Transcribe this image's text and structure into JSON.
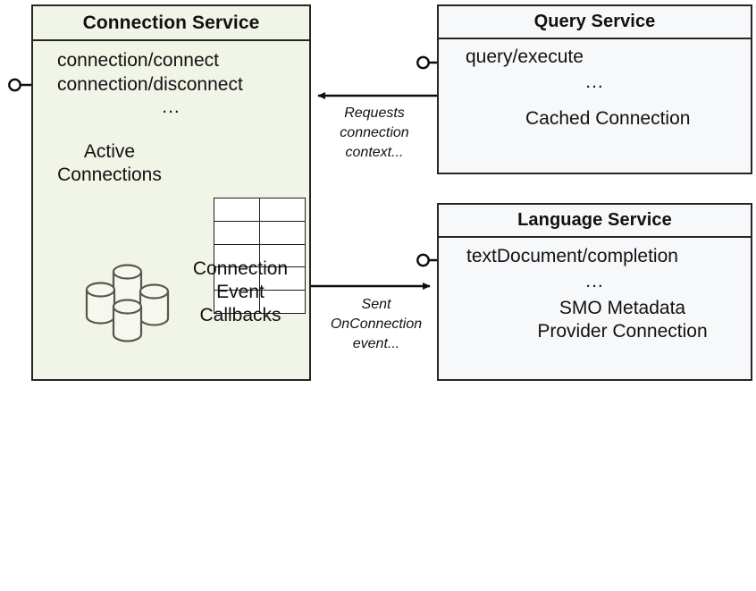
{
  "diagram": {
    "title": "Connection Service component interaction diagram",
    "colors": {
      "connection_service_fill": "#f1f5e8",
      "service_fill": "#f7f8fa",
      "border": "#262626",
      "cylinder_stroke": "#57574f",
      "text": "#111111"
    }
  },
  "components": {
    "connection_service": {
      "title": "Connection Service",
      "operations": "connection/connect\nconnection/disconnect",
      "operation_lines": [
        "connection/connect",
        "connection/disconnect"
      ],
      "ellipsis": "...",
      "active_connections_caption": "Active\nConnections",
      "callbacks_caption": "Connection\nEvent\nCallbacks",
      "table": {
        "columns": 2,
        "rows": 5
      },
      "icons": {
        "database_stack": "database-stack-icon",
        "table_grid": "table-grid-icon",
        "provided_interface": "lollipop-interface-icon"
      }
    },
    "query_service": {
      "title": "Query Service",
      "operations": "query/execute",
      "operation_lines": [
        "query/execute"
      ],
      "ellipsis": "...",
      "cached_connection_caption": "Cached Connection",
      "icons": {
        "database": "database-cylinder-icon",
        "provided_interface": "lollipop-interface-icon"
      }
    },
    "language_service": {
      "title": "Language Service",
      "operations": "textDocument/completion",
      "operation_lines": [
        "textDocument/completion"
      ],
      "ellipsis": "...",
      "smo_caption": "SMO Metadata\nProvider Connection",
      "smo_caption_lines": [
        "SMO Metadata",
        "Provider Connection"
      ],
      "icons": {
        "database": "database-cylinder-icon",
        "provided_interface": "lollipop-interface-icon"
      }
    }
  },
  "edges": [
    {
      "id": "requests-connection-context",
      "label": "Requests\nconnection\ncontext...",
      "label_lines": [
        "Requests",
        "connection",
        "context..."
      ],
      "from": "query_service",
      "to": "connection_service",
      "direction": "right-to-left"
    },
    {
      "id": "sent-onconnection-event",
      "label": "Sent\nOnConnection\nevent...",
      "label_lines": [
        "Sent",
        "OnConnection",
        "event..."
      ],
      "from": "connection_service",
      "to": "language_service",
      "direction": "left-to-right"
    }
  ]
}
